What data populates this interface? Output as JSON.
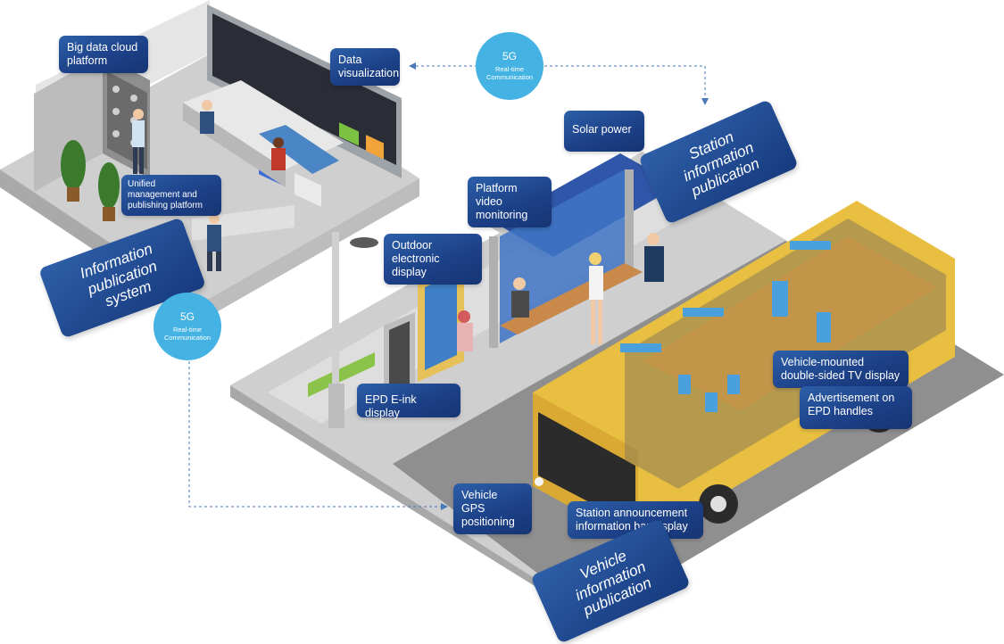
{
  "labels": {
    "big_data_cloud": "Big data cloud\nplatform",
    "data_visualization": "Data\nvisualization",
    "unified_management": "Unified\nmanagement and\npublishing platform",
    "solar_power": "Solar power",
    "platform_video": "Platform video\nmonitoring",
    "outdoor_display": "Outdoor\nelectronic display",
    "epd_eink": "EPD E-ink display",
    "vehicle_tv": "Vehicle-mounted\ndouble-sided TV display",
    "epd_handles": "Advertisement on\nEPD handles",
    "vehicle_gps": "Vehicle\nGPS\npositioning",
    "station_bar": "Station announcement\ninformation bar display"
  },
  "banners": {
    "information_publication": "Information\npublication system",
    "station_information": "Station information\npublication",
    "vehicle_information": "Vehicle information\npublication"
  },
  "comm": {
    "top": {
      "title": "5G",
      "subtitle": "Real-time\nCommunication"
    },
    "left": {
      "title": "5G",
      "subtitle": "Real-time\nCommunication"
    }
  },
  "colors": {
    "label_blue": "#1f4690",
    "comm_blue": "#44b3e3",
    "bus_yellow": "#e9bf42",
    "road_gray": "#9a9a9a",
    "platform_gray": "#d6d6d6"
  }
}
